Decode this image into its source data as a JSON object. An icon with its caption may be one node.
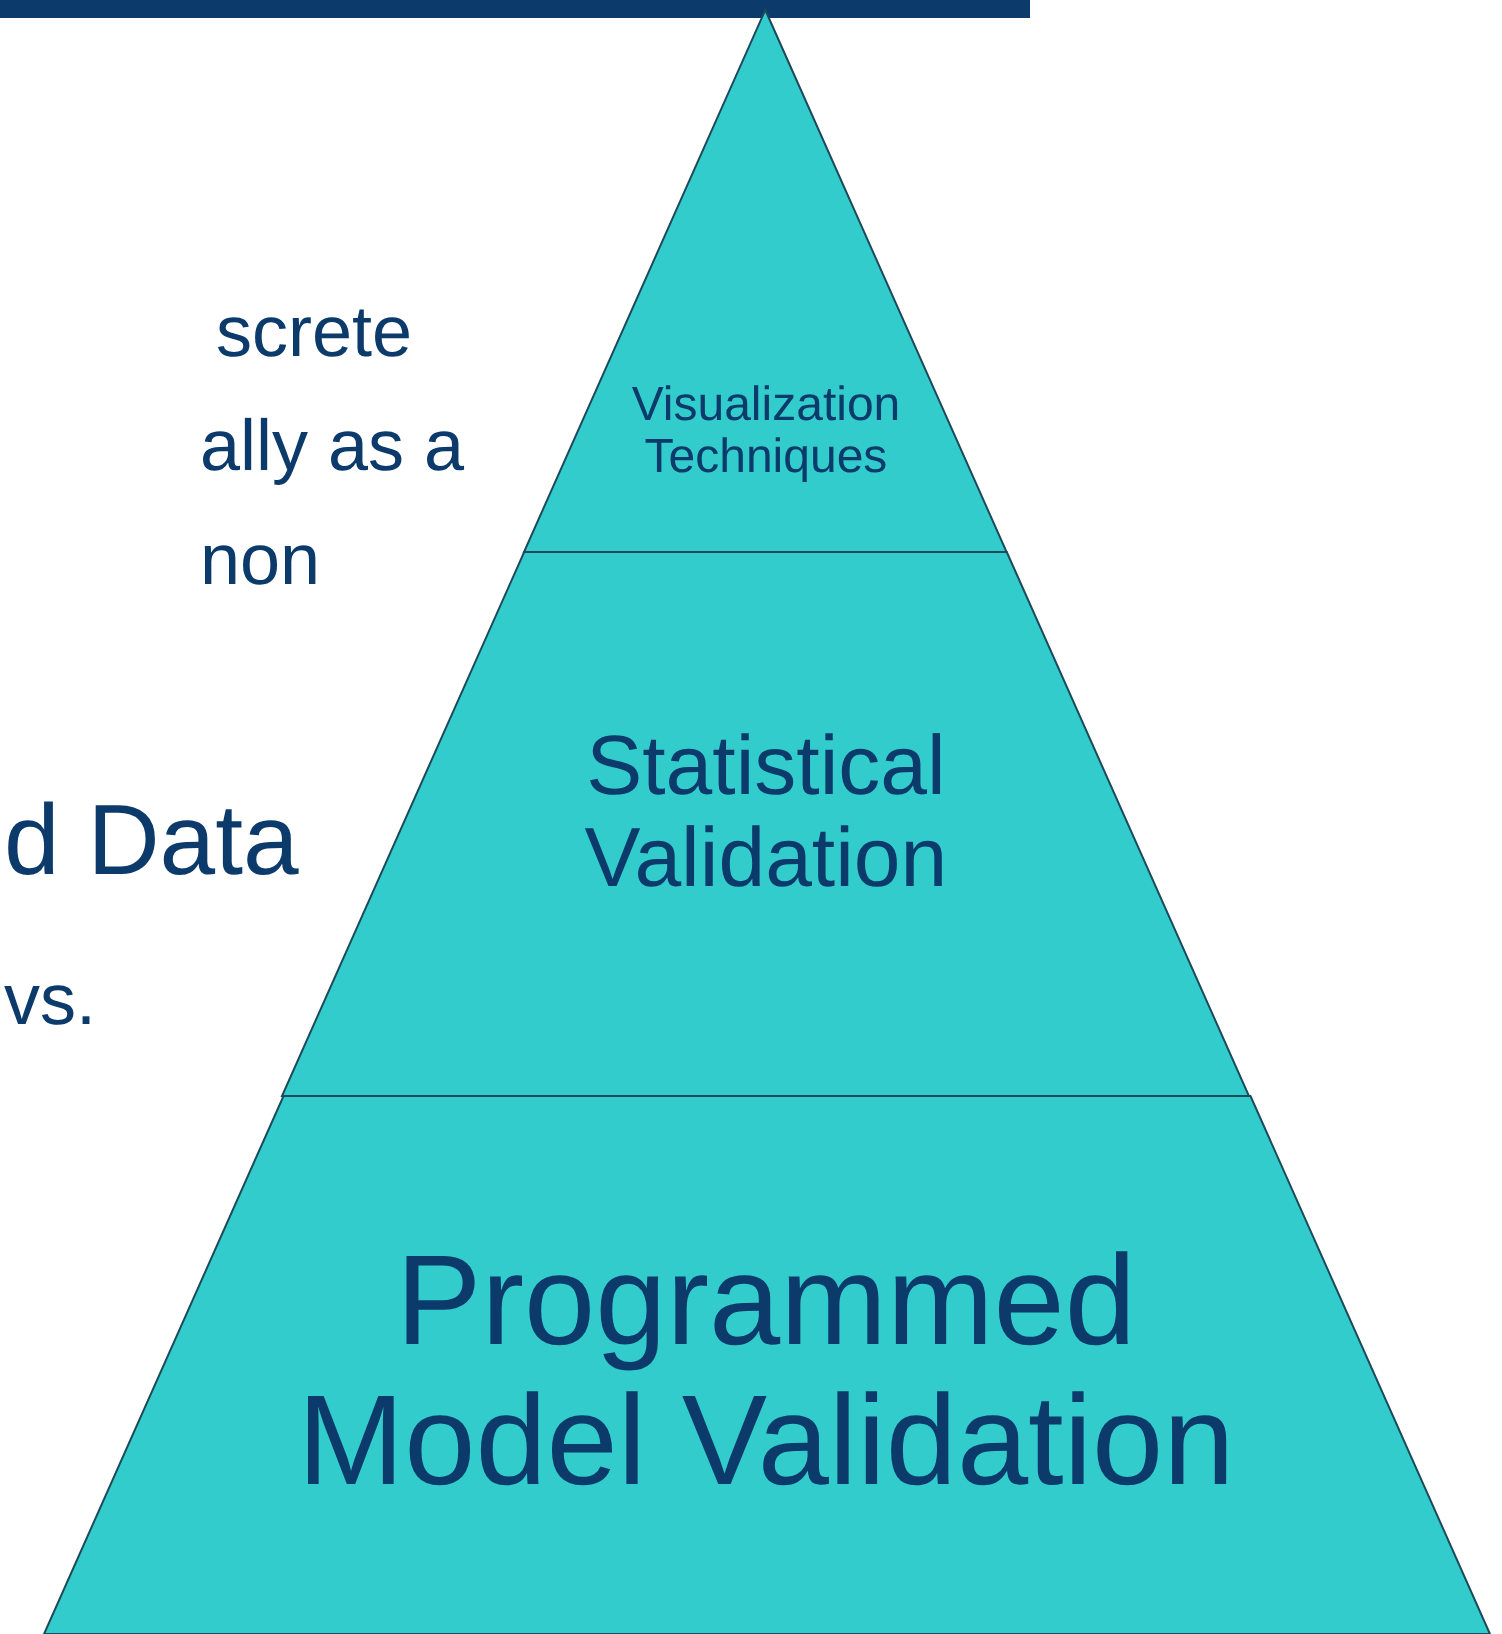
{
  "diagram": {
    "nodes": [
      {
        "text": [
          "Visualization Techniques"
        ]
      },
      {
        "text": [
          "Statistical Validation"
        ]
      },
      {
        "text": [
          "Programmed Model Validation"
        ]
      }
    ],
    "labels": [
      "screte",
      "ally as a",
      "non",
      "d Data",
      "vs."
    ]
  }
}
